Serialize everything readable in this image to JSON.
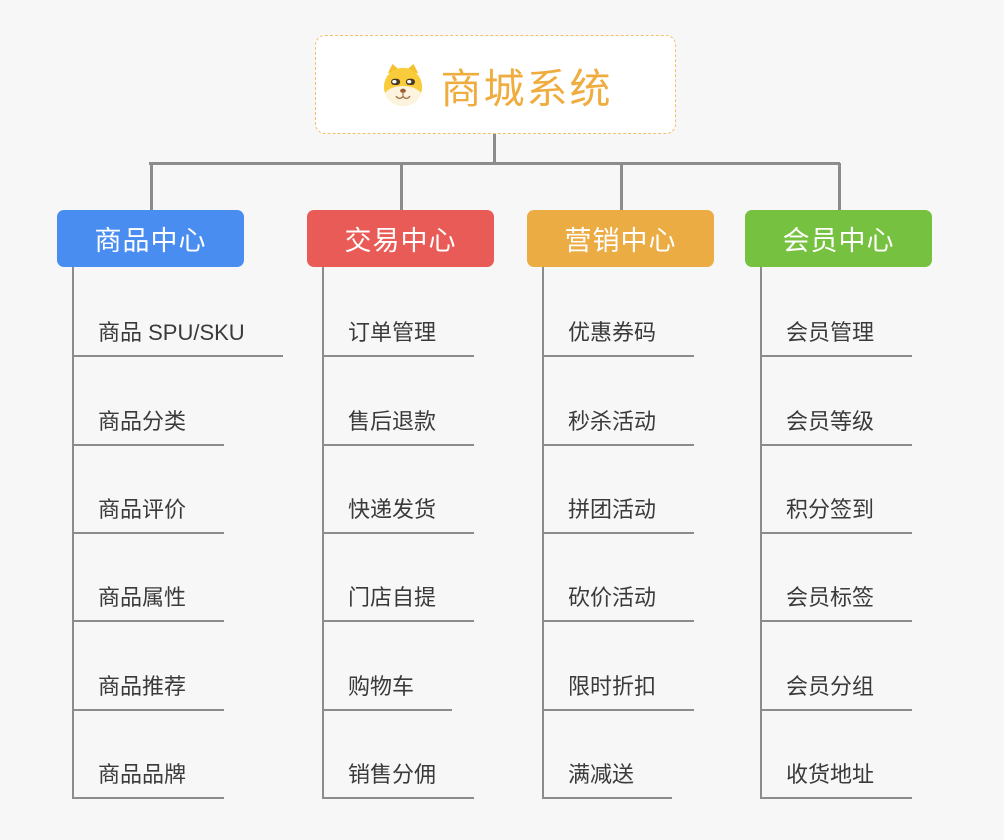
{
  "root": {
    "title": "商城系统",
    "icon": "dog-face-icon",
    "text_color": "#EFAC3F",
    "border_color": "#F3BE6B",
    "background": "#FFFFFF"
  },
  "connector_color": "#8C8C8C",
  "canvas_background": "#F7F7F7",
  "branches": [
    {
      "label": "商品中心",
      "color": "#4A8DF0",
      "items": [
        "商品 SPU/SKU",
        "商品分类",
        "商品评价",
        "商品属性",
        "商品推荐",
        "商品品牌"
      ]
    },
    {
      "label": "交易中心",
      "color": "#E85B56",
      "items": [
        "订单管理",
        "售后退款",
        "快递发货",
        "门店自提",
        "购物车",
        "销售分佣"
      ]
    },
    {
      "label": "营销中心",
      "color": "#EBAC44",
      "items": [
        "优惠券码",
        "秒杀活动",
        "拼团活动",
        "砍价活动",
        "限时折扣",
        "满减送"
      ]
    },
    {
      "label": "会员中心",
      "color": "#76C13F",
      "items": [
        "会员管理",
        "会员等级",
        "积分签到",
        "会员标签",
        "会员分组",
        "收货地址"
      ]
    }
  ]
}
